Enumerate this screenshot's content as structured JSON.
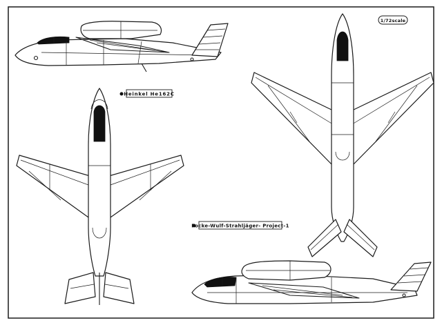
{
  "labels": {
    "scale": "1/72scale",
    "heinkel": "Heinkel He162C",
    "focke_wulf": "Focke-Wulf-Strahljäger-  Project-1"
  },
  "colors": {
    "paper": "#ffffff",
    "ink": "#1a1a1a"
  }
}
